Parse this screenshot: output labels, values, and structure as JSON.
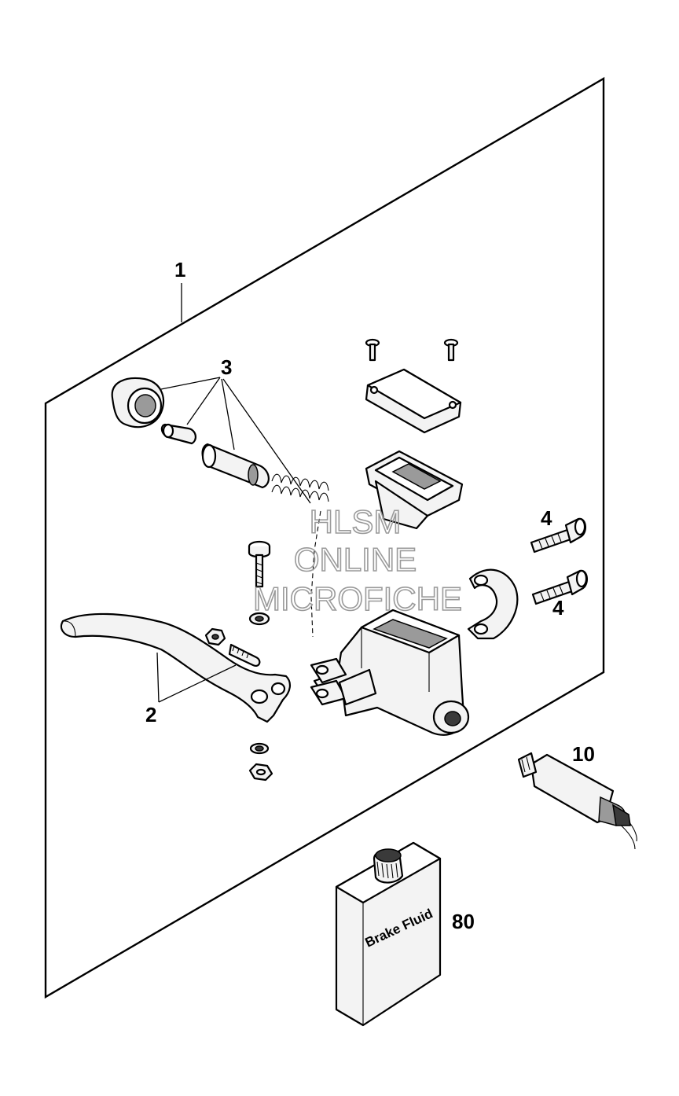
{
  "callouts": {
    "c1": "1",
    "c2": "2",
    "c3": "3",
    "c4a": "4",
    "c4b": "4",
    "c10": "10",
    "c80": "80"
  },
  "bottle_label": "Brake Fluid",
  "watermark": {
    "line1": "HLSM",
    "line2": "ONLINE",
    "line3": "MICROFICHE"
  }
}
